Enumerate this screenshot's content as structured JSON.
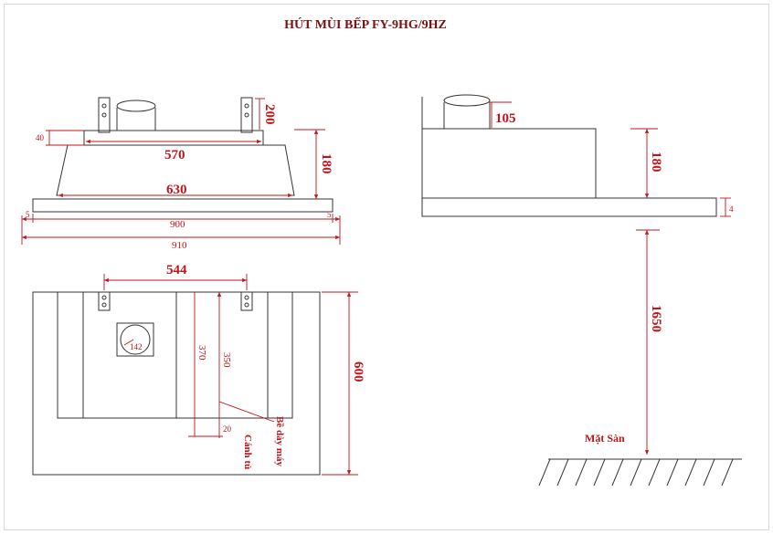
{
  "title": "HÚT MÙI BẾP FY-9HG/9HZ",
  "front": {
    "d200": "200",
    "d40": "40",
    "d570": "570",
    "d180": "180",
    "d630": "630",
    "d5_left": "5",
    "d900": "900",
    "d5_right": "5",
    "d910": "910"
  },
  "side": {
    "d105": "105",
    "d180": "180",
    "d4": "4",
    "d1650": "1650",
    "floor": "Mặt Sàn"
  },
  "top": {
    "d544": "544",
    "d142": "142",
    "d370": "370",
    "d350": "350",
    "d600": "600",
    "d20": "20",
    "machine_edge": "Bề dày máy",
    "cabinet_edge": "Cánh tủ"
  }
}
